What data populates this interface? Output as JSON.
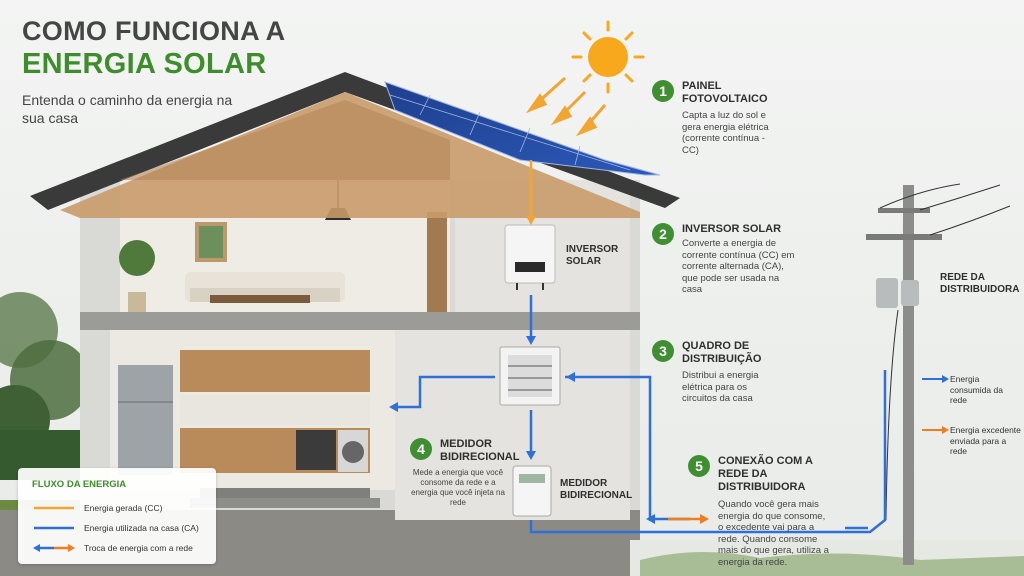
{
  "title": {
    "line1": "COMO FUNCIONA A",
    "line2": "ENERGIA SOLAR"
  },
  "subtitle": "Entenda o caminho da energia na sua casa",
  "house_labels": {
    "inverter": "INVERSOR SOLAR",
    "meter_right": "MEDIDOR BIDIRECIONAL"
  },
  "meter_callout": {
    "number": "4",
    "title": "MEDIDOR BIDIRECIONAL",
    "desc": "Mede a energia que você consome da rede e a energia que você injeta na rede"
  },
  "steps": [
    {
      "number": "1",
      "title": "PAINEL FOTOVOLTAICO",
      "desc": "Capta a luz do sol e gera energia elétrica (corrente contínua - CC)"
    },
    {
      "number": "2",
      "title": "INVERSOR SOLAR",
      "desc": "Converte a energia de corrente contínua (CC) em corrente alternada (CA), que pode ser usada na casa"
    },
    {
      "number": "3",
      "title": "QUADRO DE DISTRIBUIÇÃO",
      "desc": "Distribui a energia elétrica para os circuitos da casa"
    },
    {
      "number": "5",
      "title": "CONEXÃO COM A REDE DA DISTRIBUIDORA",
      "desc": "Quando você gera mais energia do que consome, o excedente vai para a rede. Quando consome mais do que gera, utiliza a energia da rede."
    }
  ],
  "grid": {
    "title": "REDE DA DISTRIBUIDORA",
    "consumed": "Energia consumida da rede",
    "excess": "Energia excedente enviada para a rede"
  },
  "legend": {
    "title": "FLUXO DA ENERGIA",
    "items": [
      {
        "label": "Energia gerada (CC)",
        "color": "#f2a530"
      },
      {
        "label": "Energia utilizada na casa (CA)",
        "color": "#2f6fd8"
      },
      {
        "label": "Troca de energia com a rede",
        "color": "#2f6fd8"
      }
    ]
  },
  "colors": {
    "generated": "#f2a530",
    "used": "#2f6fd8",
    "exchange_out": "#ef7d22",
    "accent": "#3e8d2c"
  }
}
